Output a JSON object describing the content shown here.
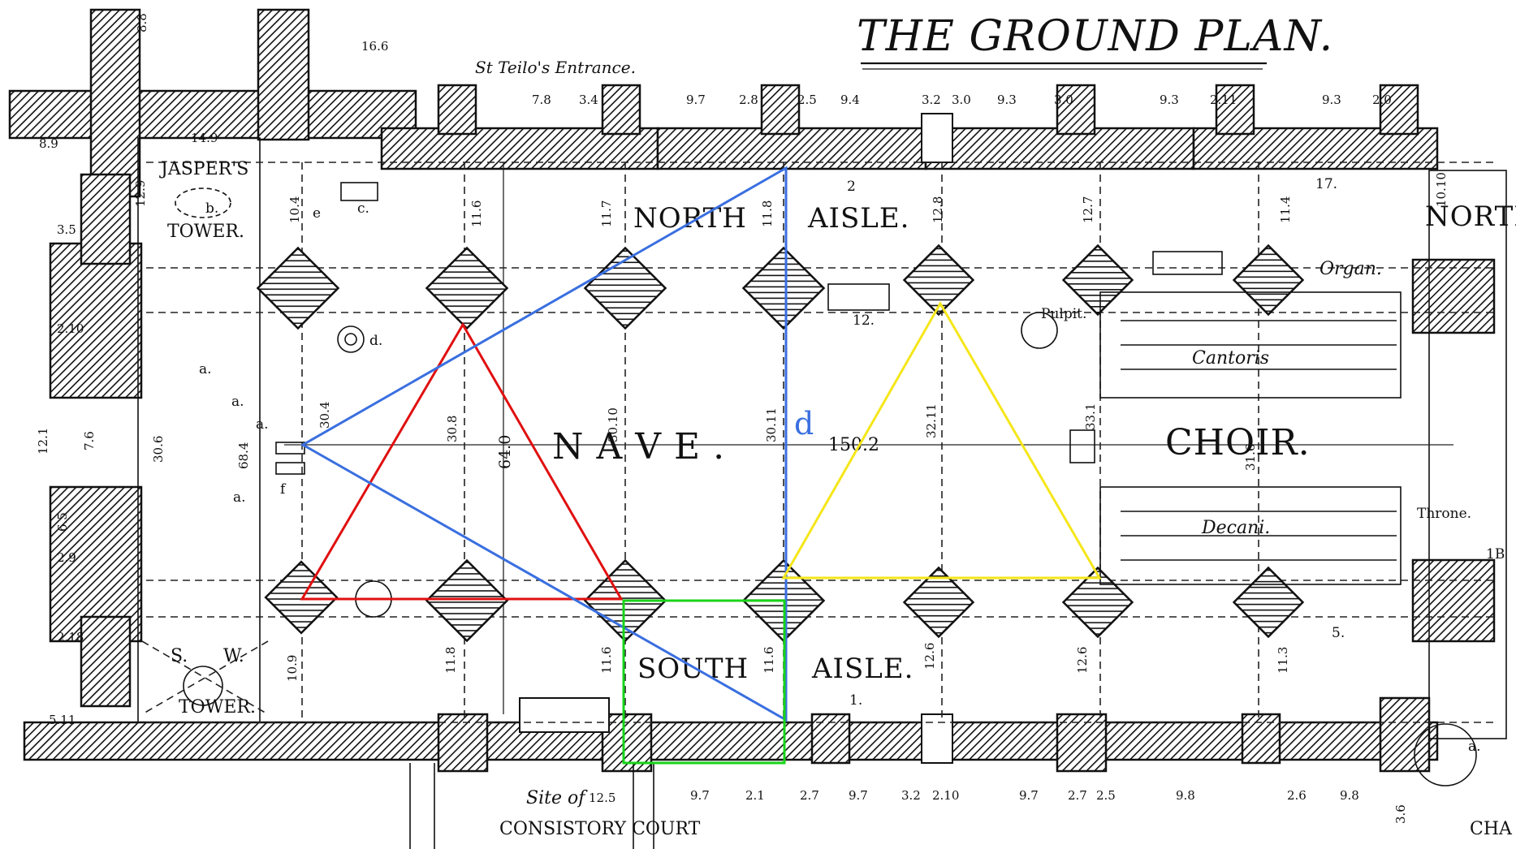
{
  "title": "THE GROUND PLAN.",
  "labels": {
    "st_teilos_entrance": "St Teilo's Entrance.",
    "jaspers_tower": "JASPER'S",
    "jaspers_tower_2": "TOWER.",
    "north_aisle_1": "NORTH",
    "north_aisle_2": "AISLE.",
    "north_edge": "NORTH",
    "organ": "Organ.",
    "pulpit": "Pulpit.",
    "cantoris": "Cantoris",
    "nave": "N A V E .",
    "nave_length": "150.2",
    "choir": "CHOIR.",
    "decani": "Decani.",
    "throne": "Throne.",
    "south_aisle_1": "SOUTH",
    "south_aisle_2": "AISLE.",
    "sw_tower_s": "S.",
    "sw_tower_w": "W.",
    "sw_tower": "TOWER.",
    "site_of": "Site of",
    "site_dim": "12.5",
    "consistory_court": "CONSISTORY COURT",
    "cha": "CHA",
    "d_label": "d",
    "mark_a": "a.",
    "mark_b": "b.",
    "mark_c": "c.",
    "mark_d": "d.",
    "mark_e": "e",
    "mark_f": "f",
    "mark_1": "1.",
    "mark_2": "2",
    "mark_5": "5.",
    "mark_12": "12.",
    "mark_17": "17.",
    "mark_1B": "1B"
  },
  "top_dims": [
    "8.8",
    "16.6",
    "7.8",
    "3.4",
    "9.7",
    "2.8",
    "2.5",
    "9.4",
    "3.2",
    "3.0",
    "9.3",
    "3.0",
    "9.3",
    "2.11",
    "9.3",
    "2.0"
  ],
  "bottom_dims": [
    "9.7",
    "2.1",
    "2.7",
    "9.7",
    "3.2",
    "2.10",
    "9.7",
    "2.7",
    "2.5",
    "9.8",
    "2.6",
    "9.8",
    "3.6"
  ],
  "span_dims": [
    "10.4",
    "11.6",
    "11.7",
    "11.8",
    "12.8",
    "12.7",
    "11.4",
    "10.10"
  ],
  "nave_dims": [
    "30.4",
    "30.8",
    "64.0",
    "30.10",
    "30.11",
    "32.11",
    "33.1",
    "31.6"
  ],
  "lower_dims": [
    "10.9",
    "11.8",
    "11.6",
    "11.6",
    "12.6",
    "12.6",
    "11.3"
  ],
  "left_dims": [
    "14.9",
    "8.9",
    "12.9",
    "3.5",
    "2.10",
    "12.1",
    "7.6",
    "30.6",
    "68.4",
    "6.5",
    "2.9",
    "2.18",
    "5.11"
  ],
  "overlay_colors": {
    "red_triangle": "#e01010",
    "blue_triangle": "#3a6fe0",
    "yellow_triangle": "#f5e61a",
    "green_square": "#18d418",
    "d_line": "#3a6fe0"
  }
}
